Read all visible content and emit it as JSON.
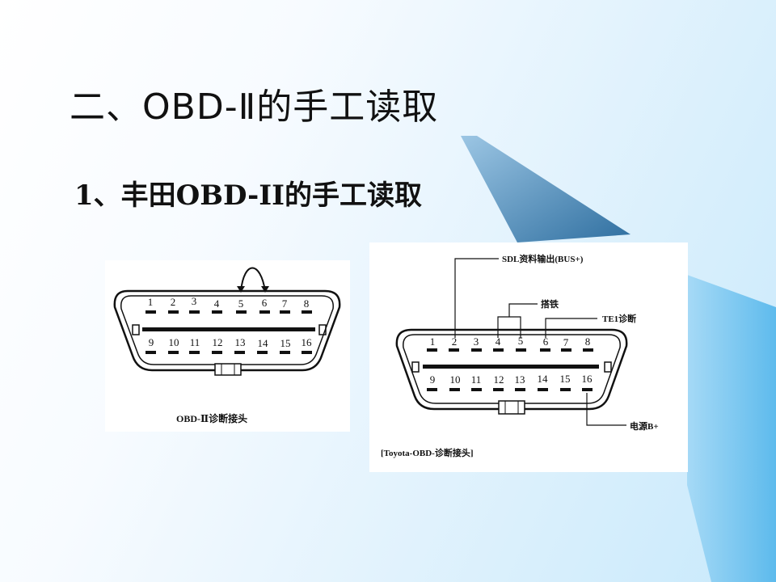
{
  "slide": {
    "title": "二、OBD-Ⅱ的手工读取",
    "subtitle": "1、丰田OBD-II的手工读取"
  },
  "left_figure": {
    "pins_top": [
      "1",
      "2",
      "3",
      "4",
      "5",
      "6",
      "7",
      "8"
    ],
    "pins_bottom": [
      "9",
      "10",
      "11",
      "12",
      "13",
      "14",
      "15",
      "16"
    ],
    "caption": "OBD-Ⅱ诊断接头"
  },
  "right_figure": {
    "pins_top": [
      "1",
      "2",
      "3",
      "4",
      "5",
      "6",
      "7",
      "8"
    ],
    "pins_bottom": [
      "9",
      "10",
      "11",
      "12",
      "13",
      "14",
      "15",
      "16"
    ],
    "labels": {
      "sdl": "SDL资料输出(BUS+)",
      "ground": "搭铁",
      "te1": "TE1诊断",
      "power": "电源B+"
    },
    "caption": "[Toyota-OBD-诊断接头]"
  },
  "colors": {
    "background_accent": "#c8e9fb",
    "decor_blue": "#2f6fa0"
  }
}
